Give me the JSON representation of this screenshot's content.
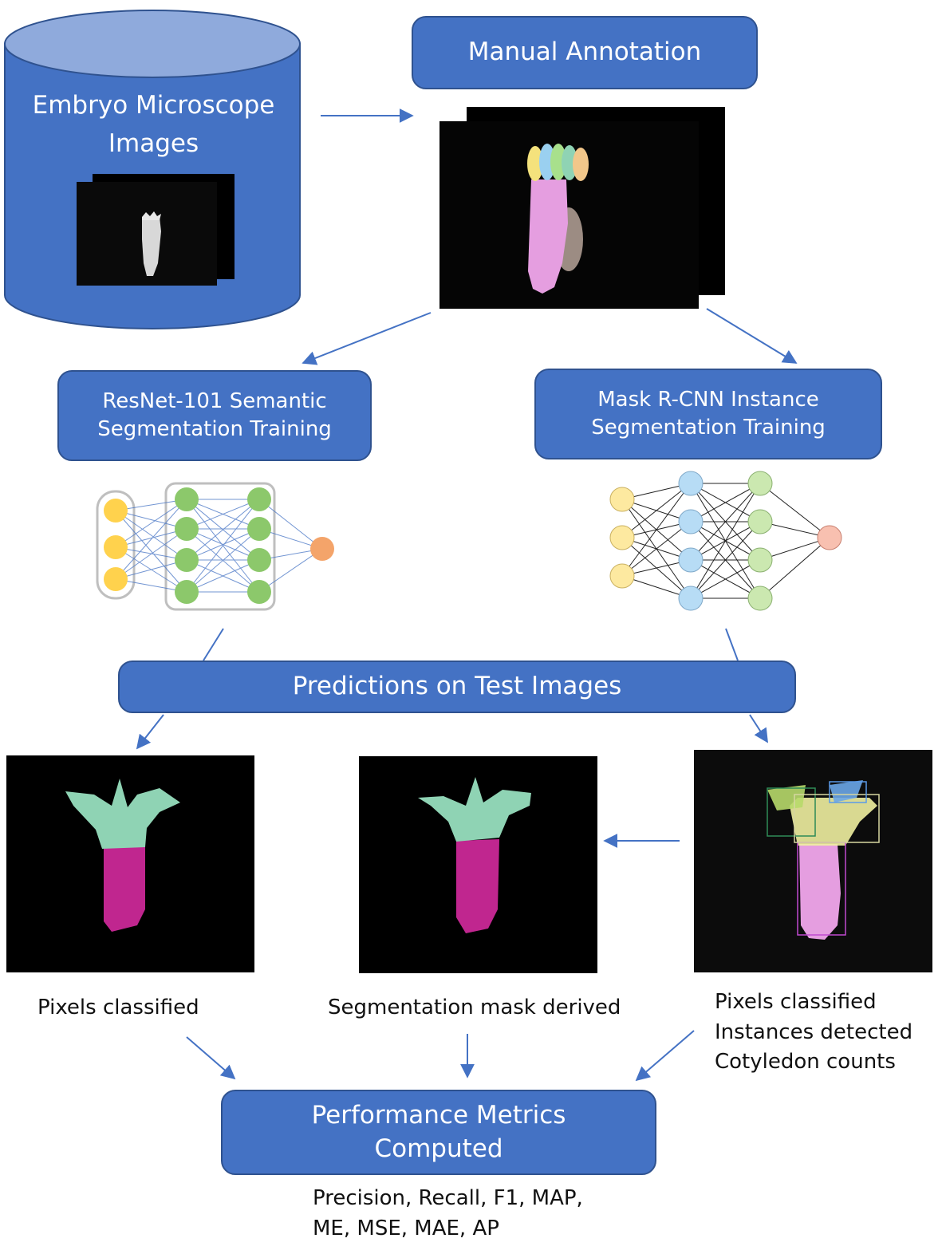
{
  "nodes": {
    "source": "Embryo Microscope\nImages",
    "annotation": "Manual Annotation",
    "resnet": "ResNet-101 Semantic\nSegmentation Training",
    "maskrcnn": "Mask R-CNN Instance\nSegmentation Training",
    "predictions": "Predictions on Test Images",
    "metrics": "Performance Metrics\nComputed"
  },
  "captions": {
    "left": "Pixels classified",
    "middle": "Segmentation mask derived",
    "right": "Pixels classified\nInstances detected\nCotyledon counts",
    "metrics": "Precision, Recall, F1, MAP,\nME, MSE, MAE, AP"
  },
  "colors": {
    "box_fill": "#4472c4",
    "box_border": "#2f528f",
    "arrow": "#4472c4",
    "cylinder_top": "#8faadc",
    "hypocotyl": "#c0268f",
    "cotyledon": "#8fd3b4",
    "annotation_pink": "#e59ee0",
    "input_neuron": "#ffd24d",
    "hidden_neuron": "#8cc86b",
    "output_neuron": "#f4a46a",
    "rcnn_hidden_neuron": "#b7dcf5"
  }
}
